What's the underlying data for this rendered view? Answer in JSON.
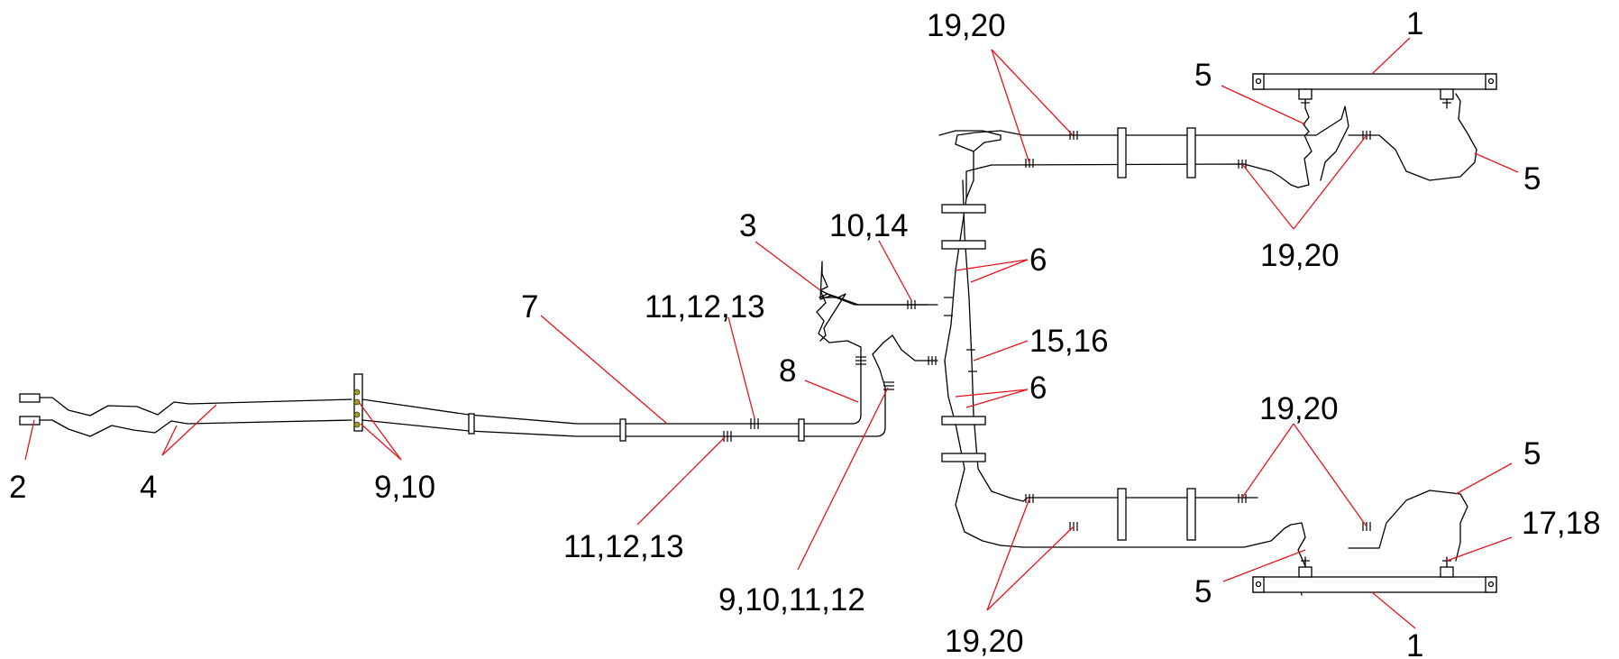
{
  "labels": {
    "l1_top": "1",
    "l1_bottom": "1",
    "l2": "2",
    "l3": "3",
    "l4": "4",
    "l5_tl": "5",
    "l5_tr": "5",
    "l5_br": "5",
    "l5_bl": "5",
    "l6_top": "6",
    "l6_bottom": "6",
    "l7": "7",
    "l8": "8",
    "l9_10": "9,10",
    "l9_10_11_12": "9,10,11,12",
    "l10_14": "10,14",
    "l11_12_13_top": "11,12,13",
    "l11_12_13_bottom": "11,12,13",
    "l15_16": "15,16",
    "l17_18": "17,18",
    "l19_20_tl": "19,20",
    "l19_20_tr": "19,20",
    "l19_20_br": "19,20",
    "l19_20_bl": "19,20"
  },
  "colors": {
    "pipe": "#000000",
    "leader": "#e8131b",
    "bolt": "#9aa01e"
  }
}
